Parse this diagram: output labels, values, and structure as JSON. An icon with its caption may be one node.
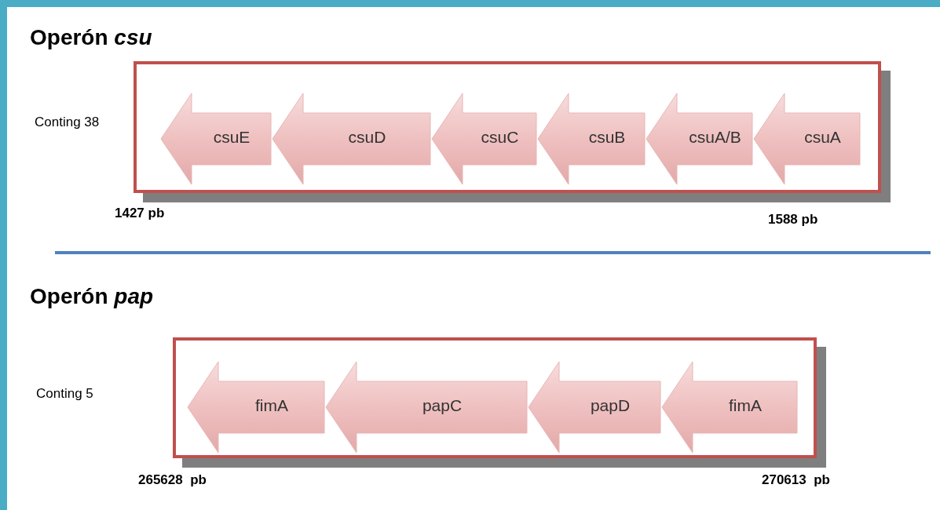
{
  "diagram": {
    "nodes": [
      {
        "text": [],
        "shape": "box"
      },
      {
        "text": [
          "csuE"
        ],
        "in": 0
      },
      {
        "text": [
          "csuD"
        ],
        "in": 0
      },
      {
        "text": [
          "csuC"
        ],
        "in": 0
      },
      {
        "text": [
          "csuB"
        ],
        "in": 0
      },
      {
        "text": [
          "csuA/B"
        ],
        "in": 0
      },
      {
        "text": [
          "csuA"
        ],
        "in": 0
      },
      {
        "text": [],
        "shape": "box"
      },
      {
        "text": [
          "fimA"
        ],
        "in": 7
      },
      {
        "text": [
          "papC"
        ],
        "in": 7
      },
      {
        "text": [
          "papD"
        ],
        "in": 7
      },
      {
        "text": [
          "fimA"
        ],
        "in": 7
      }
    ],
    "labels": [
      "Operón *csu*",
      "Conting 38",
      "1427 pb",
      "1588 pb",
      "Operón *pap*",
      "Conting 5",
      "265628  pb",
      "270613  pb"
    ]
  }
}
